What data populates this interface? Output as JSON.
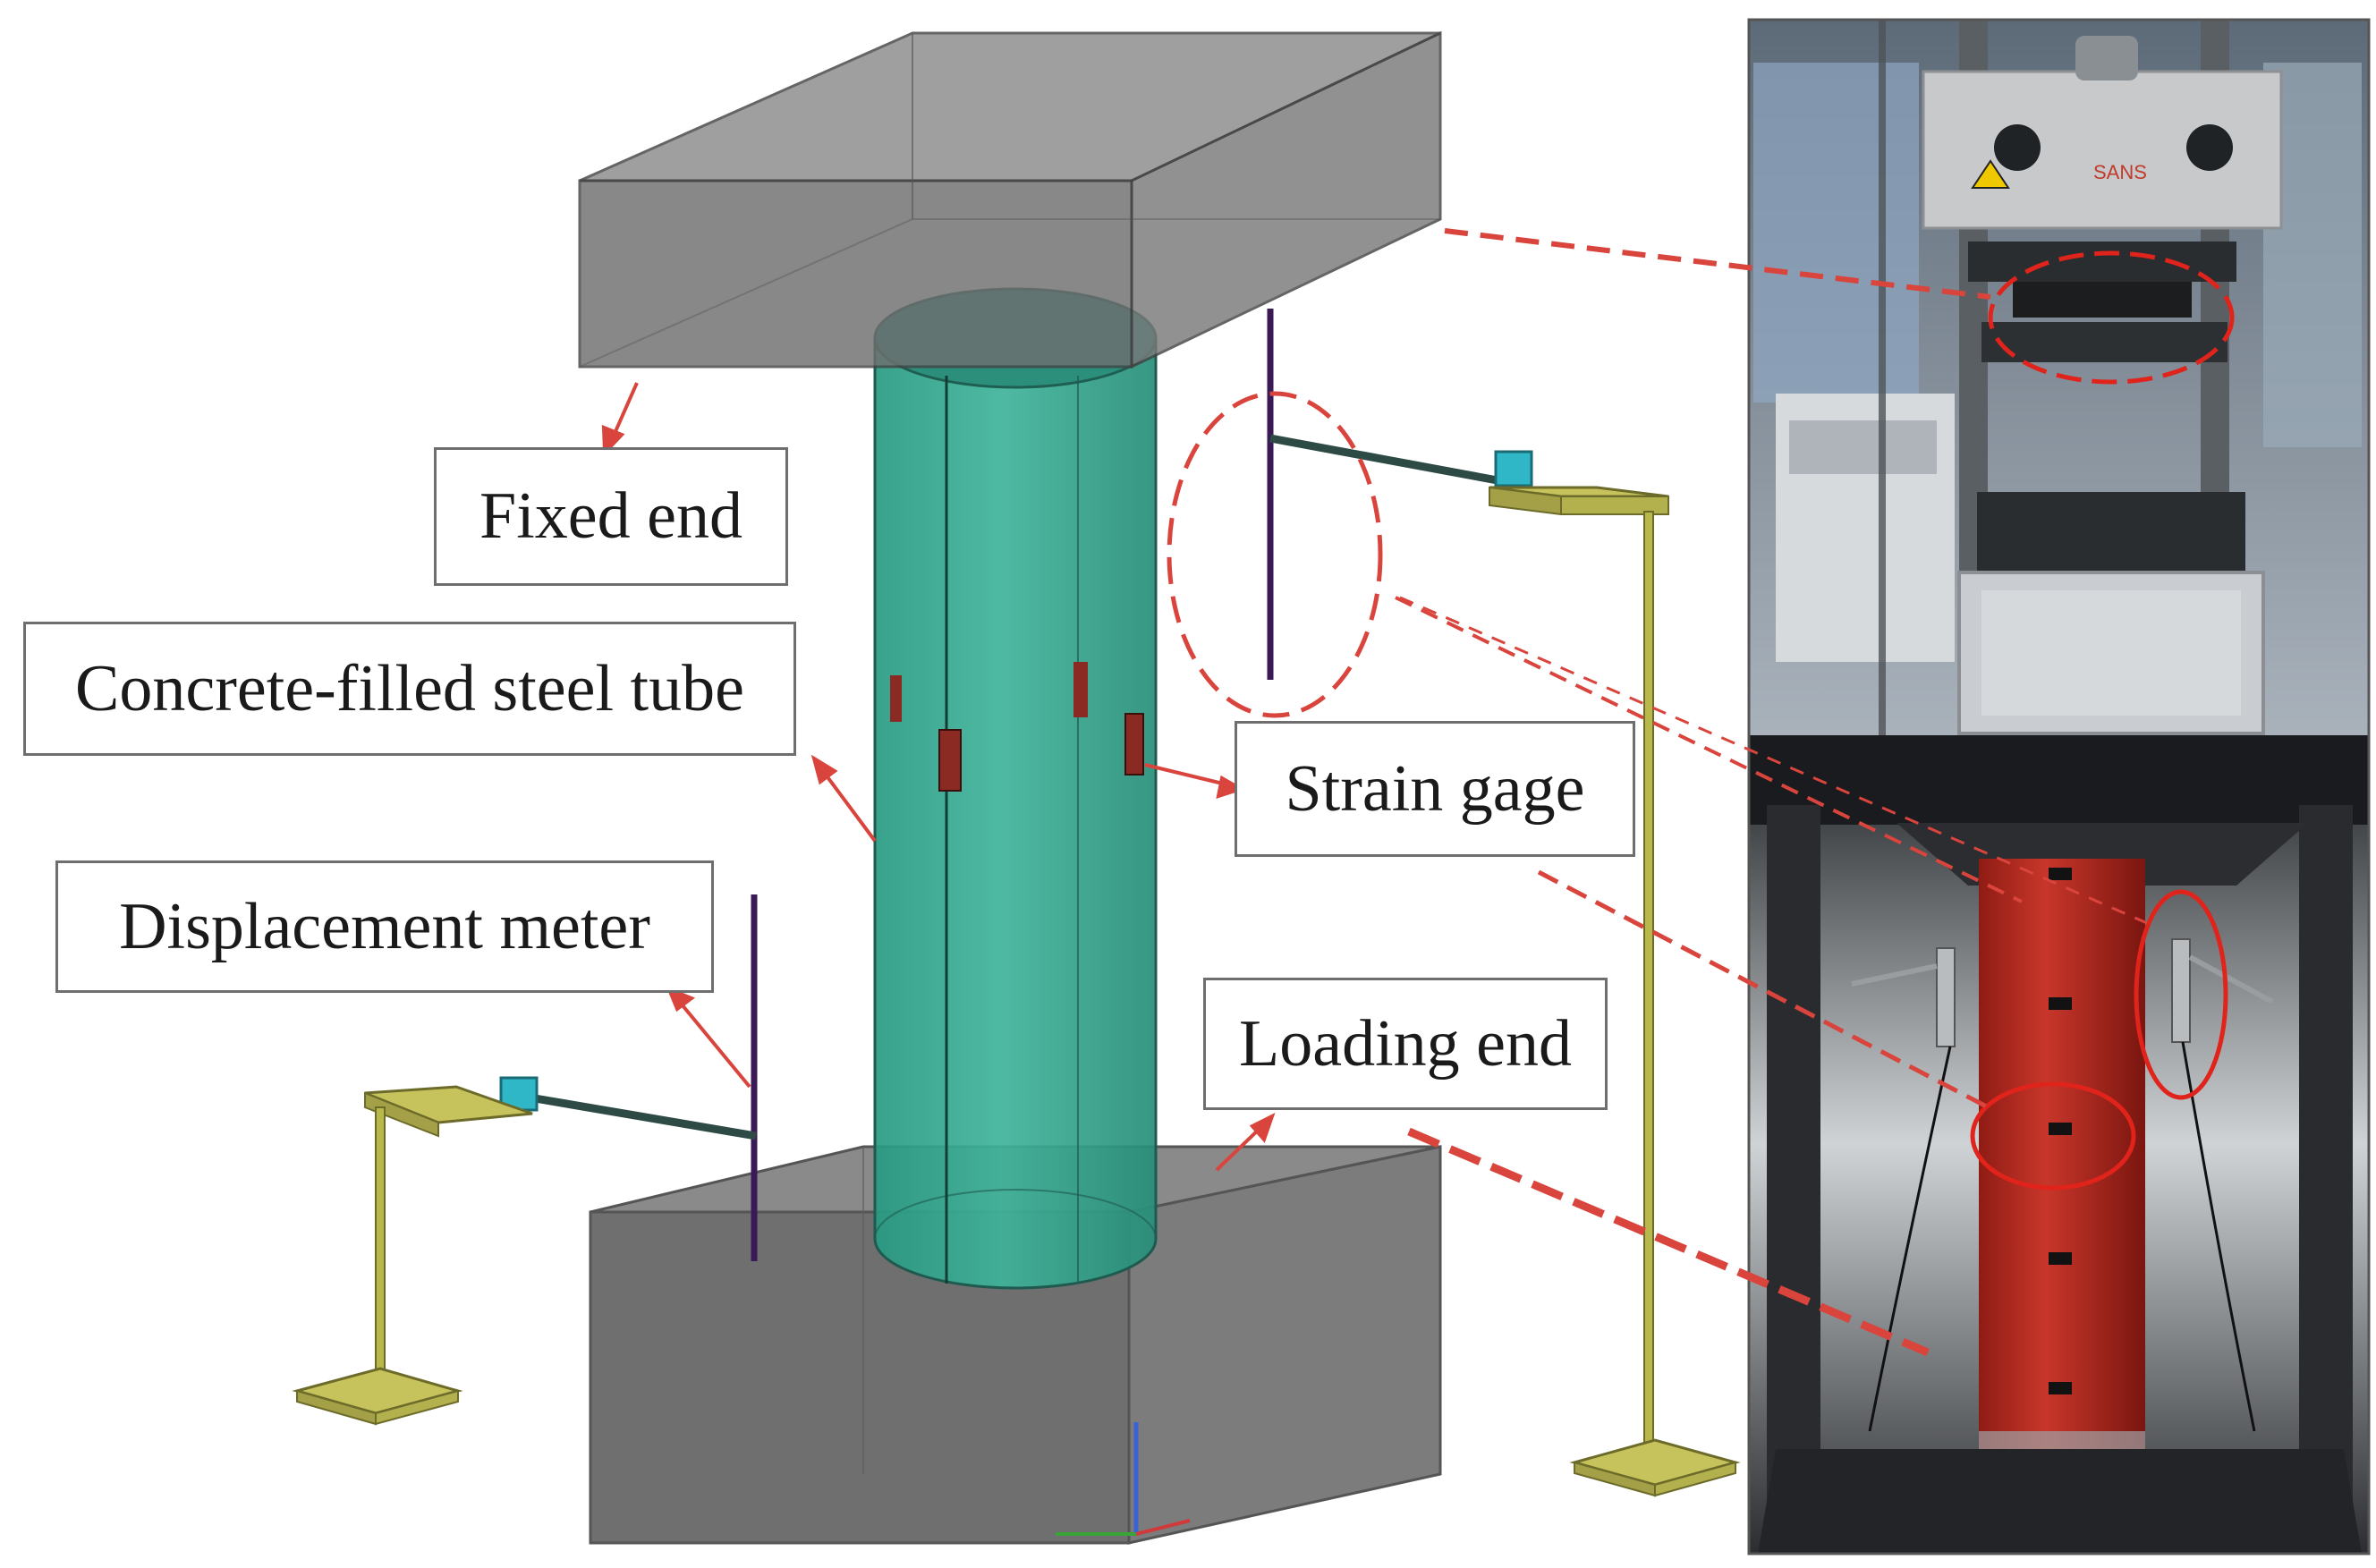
{
  "labels": {
    "fixed_end": "Fixed end",
    "cfst": "Concrete-filled steel tube",
    "strain_gage": "Strain gage",
    "displacement_meter": "Displacement meter",
    "loading_end": "Loading end",
    "machine_logo": "SANS"
  },
  "colors": {
    "block_gray": "#7b7b7b",
    "tube_green": "#2f9f88",
    "callout_red": "#d9443c",
    "stand_yellow": "#b9b84a",
    "specimen_red": "#b3281f"
  }
}
